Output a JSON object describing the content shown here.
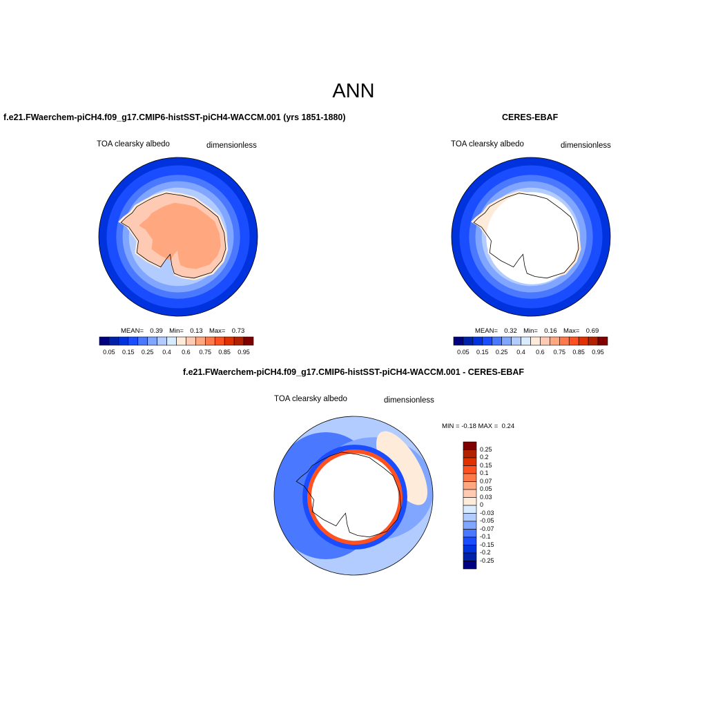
{
  "chart_data": {
    "type": "heatmap",
    "title": "ANN",
    "colors_abs": [
      "#000080",
      "#0022a8",
      "#0033dd",
      "#1a4dff",
      "#4a78ff",
      "#80a6ff",
      "#b3ccff",
      "#d9ebff",
      "#ffebd9",
      "#ffcab3",
      "#ffa880",
      "#ff7a4a",
      "#ff5220",
      "#e03200",
      "#b32200",
      "#800000"
    ],
    "colors_diff": [
      "#800000",
      "#b32200",
      "#e03200",
      "#ff5220",
      "#ff7a4a",
      "#ffa880",
      "#ffcab3",
      "#ffebd9",
      "#d9ebff",
      "#b3ccff",
      "#80a6ff",
      "#4a78ff",
      "#1a4dff",
      "#0033dd",
      "#0022a8",
      "#000080"
    ],
    "panels": [
      {
        "title": "f.e21.FWaerchem-piCH4.f09_g17.CMIP6-histSST-piCH4-WACCM.001 (yrs 1851-1880)",
        "left_label": "TOA clearsky albedo",
        "right_label": "dimensionless",
        "stats": {
          "mean_label": "MEAN=",
          "mean": "0.39",
          "min_label": "Min=",
          "min": "0.13",
          "max_label": "Max=",
          "max": "0.73"
        },
        "colorbar_ticks": [
          "0.05",
          "0.15",
          "0.25",
          "0.4",
          "0.6",
          "0.75",
          "0.85",
          "0.95"
        ]
      },
      {
        "title": "CERES-EBAF",
        "left_label": "TOA clearsky albedo",
        "right_label": "dimensionless",
        "stats": {
          "mean_label": "MEAN=",
          "mean": "0.32",
          "min_label": "Min=",
          "min": "0.16",
          "max_label": "Max=",
          "max": "0.69"
        },
        "colorbar_ticks": [
          "0.05",
          "0.15",
          "0.25",
          "0.4",
          "0.6",
          "0.75",
          "0.85",
          "0.95"
        ]
      },
      {
        "title": "f.e21.FWaerchem-piCH4.f09_g17.CMIP6-histSST-piCH4-WACCM.001 - CERES-EBAF",
        "left_label": "TOA clearsky albedo",
        "right_label": "dimensionless",
        "stats": {
          "min_label": "MIN =",
          "min": "-0.18",
          "max_label": "MAX =",
          "max": "0.24"
        },
        "colorbar_ticks": [
          "0.25",
          "0.2",
          "0.15",
          "0.1",
          "0.07",
          "0.05",
          "0.03",
          "0",
          "-0.03",
          "-0.05",
          "-0.07",
          "-0.1",
          "-0.15",
          "-0.2",
          "-0.25"
        ]
      }
    ]
  }
}
